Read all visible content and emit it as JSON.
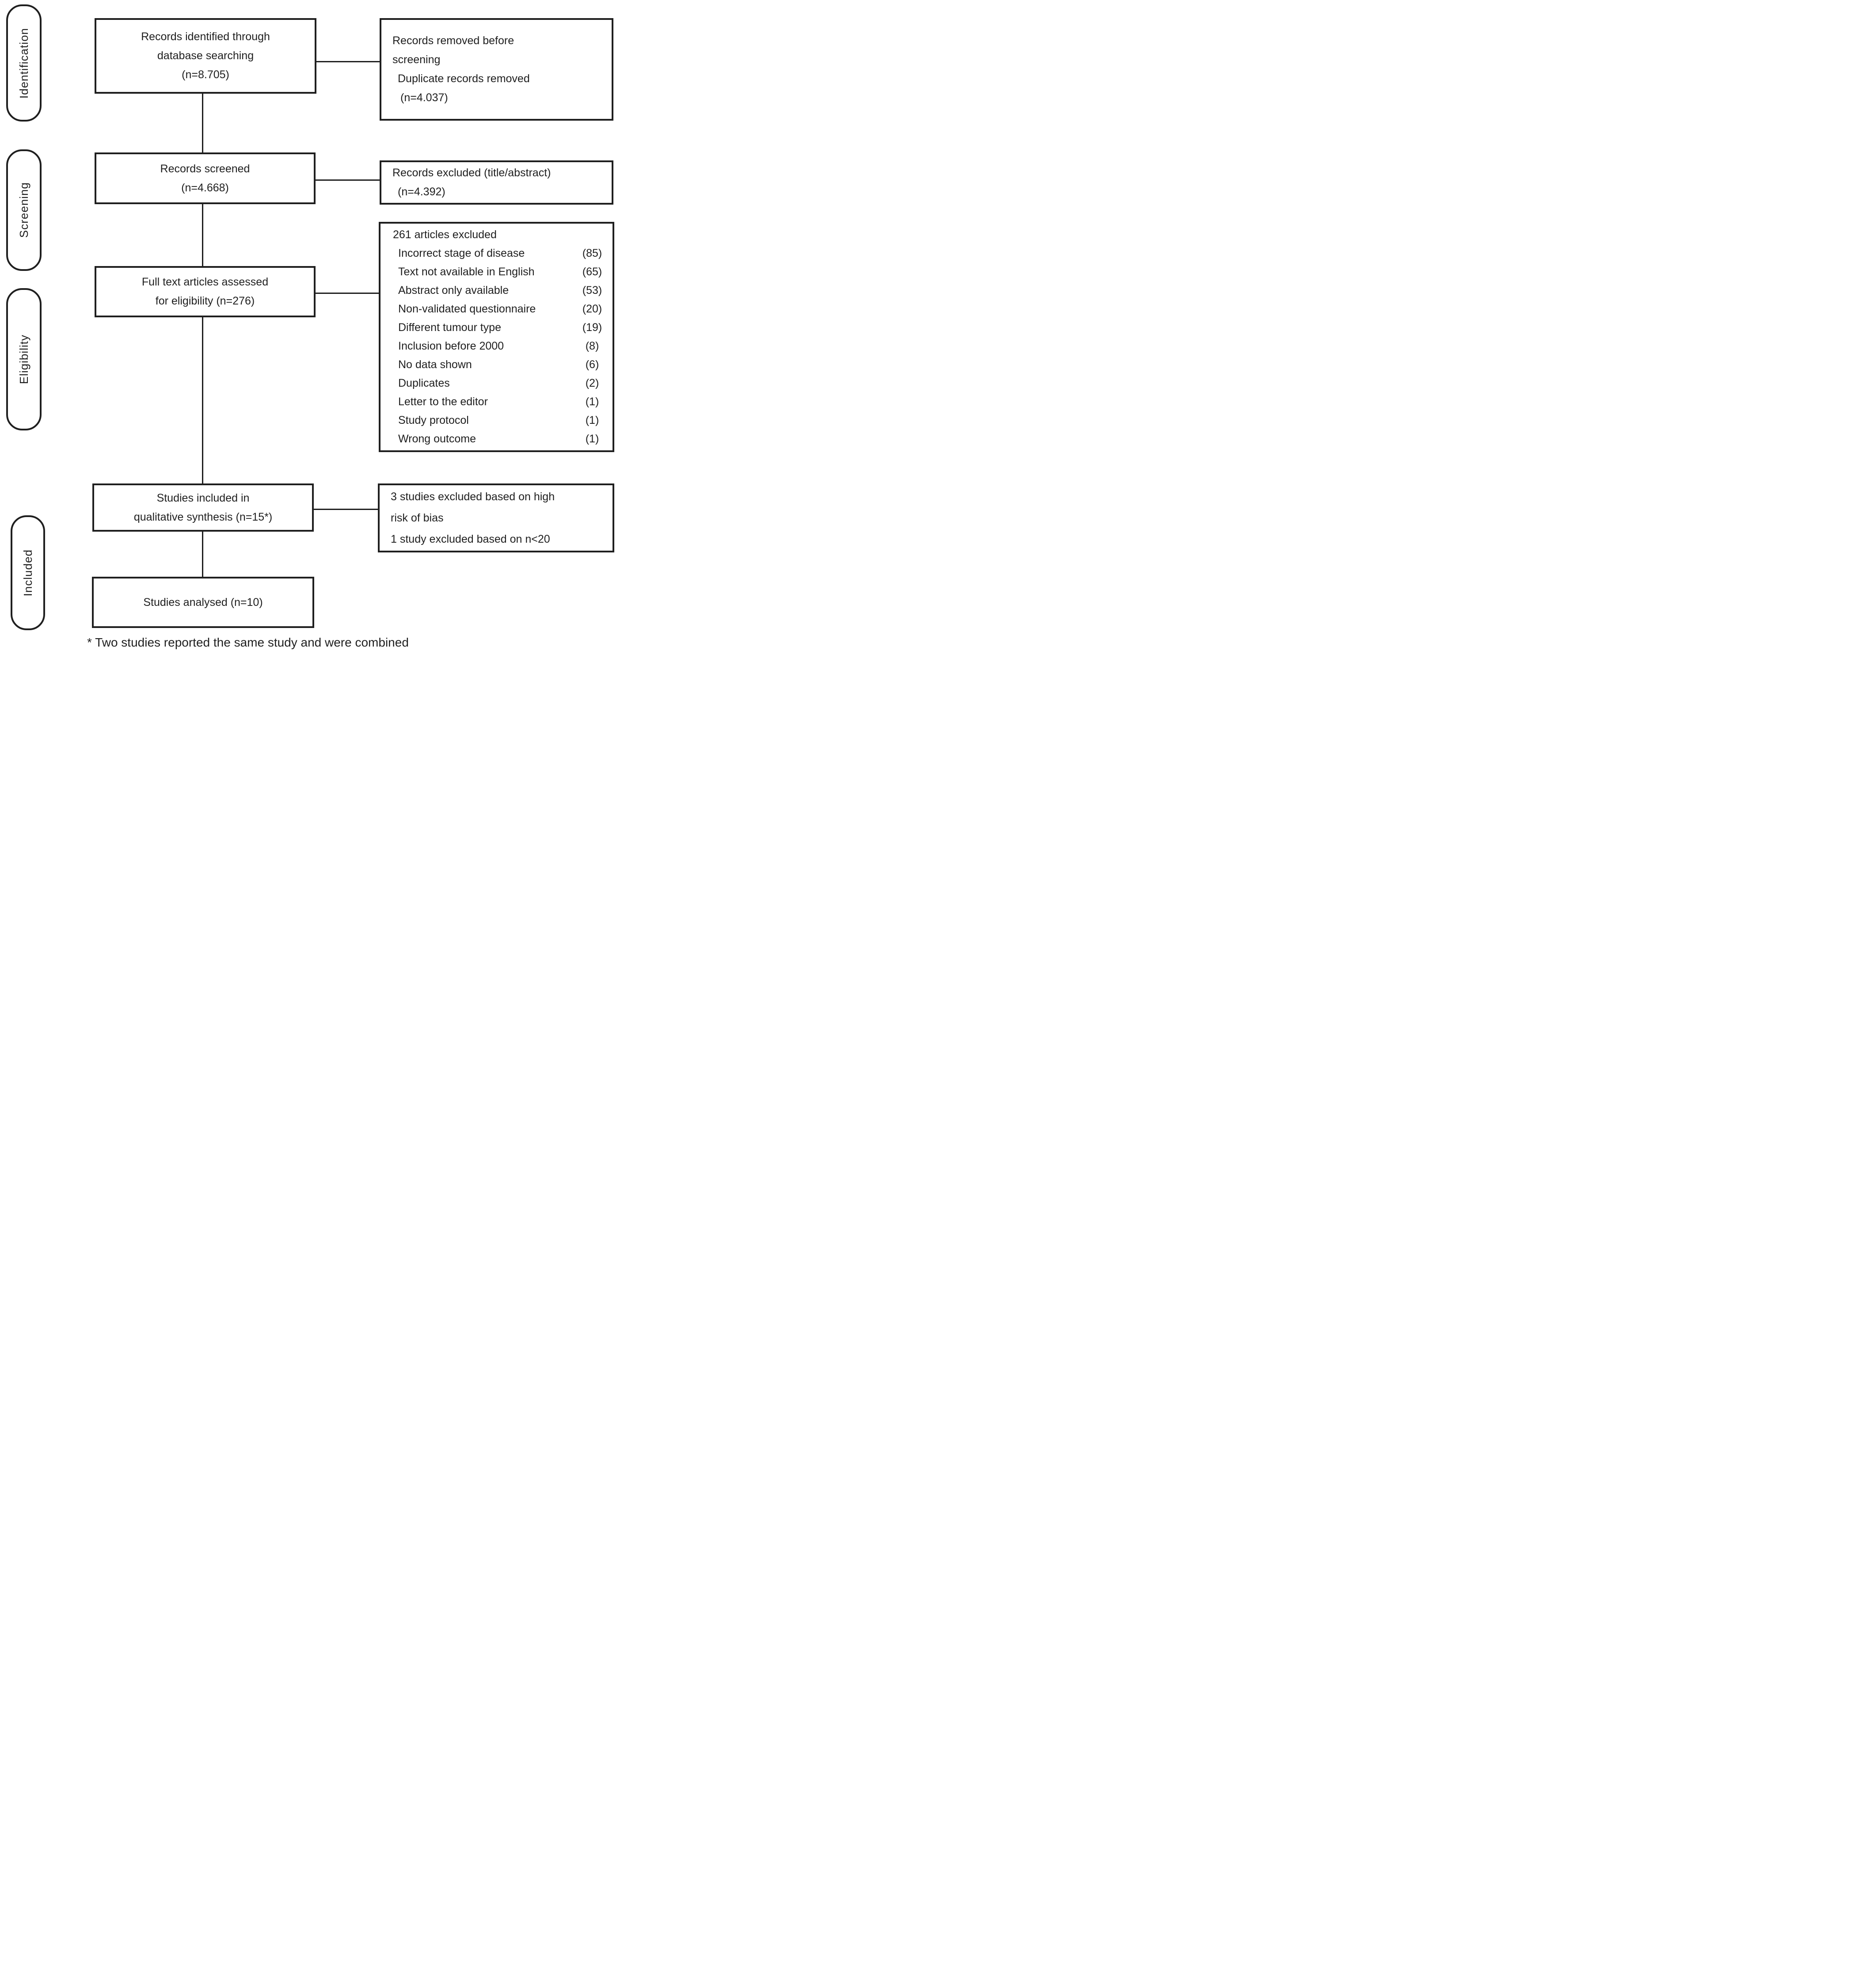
{
  "page": {
    "background": "#ffffff",
    "ink": "#1f1f1f"
  },
  "stages": [
    {
      "label": "Identification"
    },
    {
      "label": "Screening"
    },
    {
      "label": "Eligibility"
    },
    {
      "label": "Included"
    }
  ],
  "boxes": {
    "identified": {
      "line1": "Records identified through",
      "line2": "database searching",
      "line3": "(n=8.705)"
    },
    "removed_before_screening": {
      "line1": "Records removed before",
      "line2": "screening",
      "line3": "Duplicate records removed",
      "line4": "(n=4.037)"
    },
    "screened": {
      "line1": "Records screened",
      "line2": "(n=4.668)"
    },
    "excluded_title_abstract": {
      "line1": "Records excluded (title/abstract)",
      "line2": "(n=4.392)"
    },
    "full_text_assessed": {
      "line1": "Full text articles assessed",
      "line2": "for eligibility (n=276)"
    },
    "articles_excluded": {
      "title": "261 articles excluded",
      "reasons": [
        {
          "label": "Incorrect stage of disease",
          "count": "(85)"
        },
        {
          "label": "Text not available in English",
          "count": "(65)"
        },
        {
          "label": "Abstract only available",
          "count": "(53)"
        },
        {
          "label": "Non-validated questionnaire",
          "count": "(20)"
        },
        {
          "label": "Different tumour type",
          "count": "(19)"
        },
        {
          "label": "Inclusion before 2000",
          "count": "(8)"
        },
        {
          "label": "No data shown",
          "count": "(6)"
        },
        {
          "label": "Duplicates",
          "count": "(2)"
        },
        {
          "label": "Letter to the editor",
          "count": "(1)"
        },
        {
          "label": "Study protocol",
          "count": "(1)"
        },
        {
          "label": "Wrong outcome",
          "count": "(1)"
        }
      ]
    },
    "qualitative_synthesis": {
      "line1": "Studies included in",
      "line2": "qualitative synthesis (n=15*)"
    },
    "excluded_bias": {
      "line1": "3 studies excluded based on high",
      "line2": "risk of bias",
      "line3": "1 study excluded based on n<20"
    },
    "analysed": {
      "line1": "Studies analysed (n=10)"
    }
  },
  "footnote": "* Two studies reported the same study and were combined"
}
